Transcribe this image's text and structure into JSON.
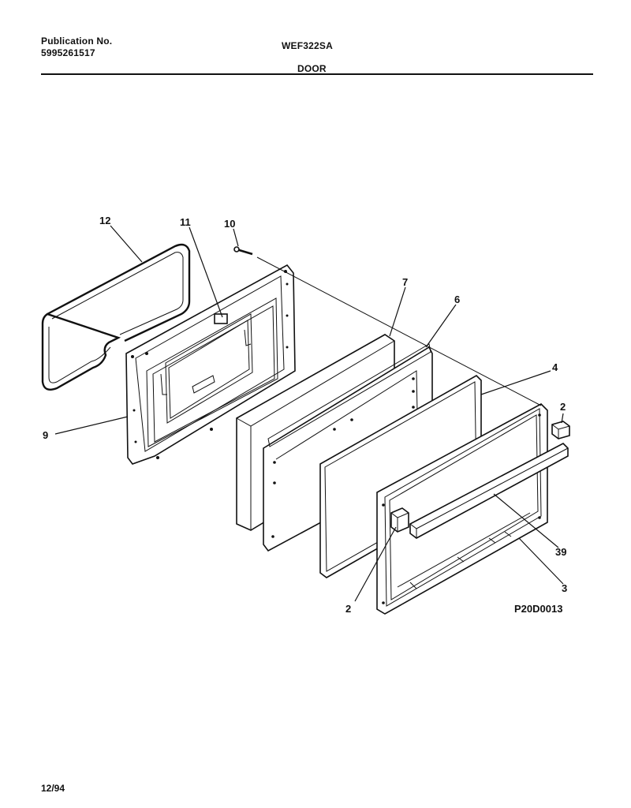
{
  "header": {
    "publication_label": "Publication No.",
    "publication_number": "5995261517",
    "model": "WEF322SA",
    "section": "DOOR"
  },
  "callouts": {
    "c12": "12",
    "c11": "11",
    "c10": "10",
    "c7": "7",
    "c6": "6",
    "c4": "4",
    "c2_right": "2",
    "c9": "9",
    "c39": "39",
    "c3": "3",
    "c2_bottom": "2"
  },
  "diagram_ref": "P20D0013",
  "footer": {
    "date": "12/94"
  }
}
